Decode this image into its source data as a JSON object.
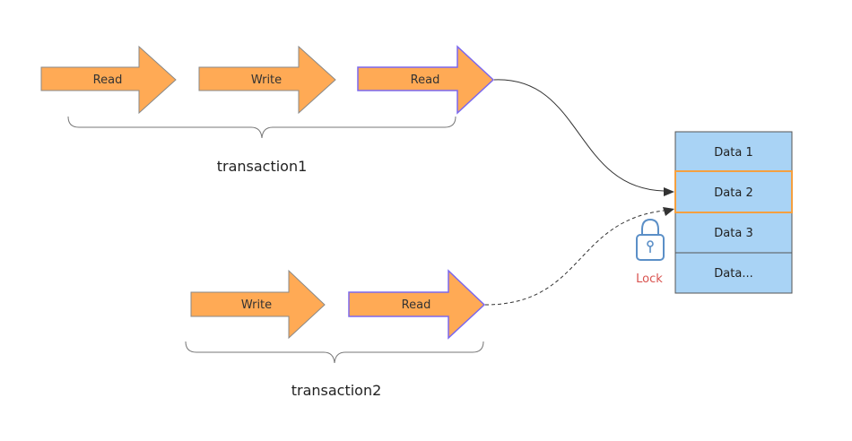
{
  "transaction1": {
    "label": "transaction1",
    "operations": [
      "Read",
      "Write",
      "Read"
    ]
  },
  "transaction2": {
    "label": "transaction2",
    "operations": [
      "Write",
      "Read"
    ]
  },
  "data_table": {
    "rows": [
      "Data 1",
      "Data 2",
      "Data 3",
      "Data..."
    ]
  },
  "lock": {
    "label": "Lock",
    "icon": "padlock-icon"
  },
  "colors": {
    "arrow_fill": "#FFAA55",
    "arrow_stroke": "#888888",
    "arrow_active_stroke": "#7B68EE",
    "cell_fill": "#A9D3F5",
    "cell_stroke": "#555555",
    "cell_highlight_stroke": "#F5A040",
    "lock_stroke": "#5B8FC7",
    "lock_text": "#D9534F"
  }
}
